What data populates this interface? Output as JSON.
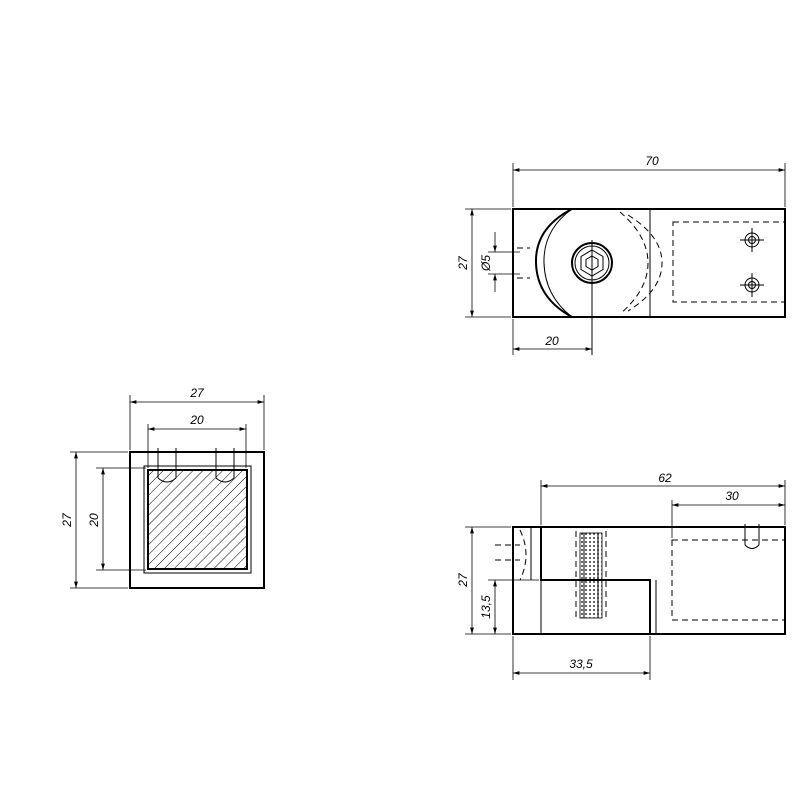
{
  "front_view": {
    "dim_overall_width": "27",
    "dim_inner_width": "20",
    "dim_overall_height": "27",
    "dim_inner_height": "20"
  },
  "top_view": {
    "dim_length": "70",
    "dim_height": "27",
    "dim_hole_diameter": "Ø5",
    "dim_pivot_offset": "20"
  },
  "side_view": {
    "dim_length": "62",
    "dim_slot_length": "30",
    "dim_height": "27",
    "dim_step_height": "13,5",
    "dim_step_length": "33,5"
  }
}
